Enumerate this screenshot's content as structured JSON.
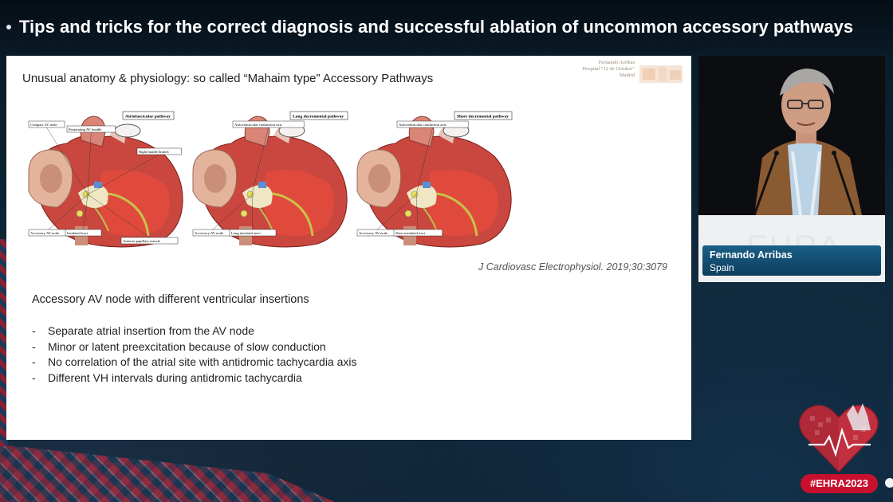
{
  "title_bar": {
    "title": "Tips and tricks for the correct diagnosis and successful ablation of uncommon accessory pathways"
  },
  "slide": {
    "heading": "Unusual anatomy & physiology: so called “Mahaim type” Accessory Pathways",
    "watermark_lines": [
      "Fernando Arribas",
      "Hospital \"12 de Octubre\"",
      "Madrid"
    ],
    "figures": [
      {
        "title": "Atriofascicular pathway",
        "labels": [
          "Compact AV node",
          "Penetrating AV bundle",
          "Right bundle branch",
          "Accessory AV node",
          "Insulated tract",
          "Anterior papillary muscle"
        ]
      },
      {
        "title": "Long decremental pathway",
        "labels": [
          "Atrioventricular conduction axis",
          "Accessory AV node",
          "Long insulated tract"
        ]
      },
      {
        "title": "Short decremental pathway",
        "labels": [
          "Atrioventricular conduction axis",
          "Accessory AV node",
          "Short insulated tract"
        ]
      }
    ],
    "citation": "J Cardiovasc Electrophysiol. 2019;30:3079",
    "subheading": "Accessory AV node with different ventricular insertions",
    "bullets": [
      "Separate atrial insertion from the AV node",
      "Minor or latent preexcitation because of slow conduction",
      "No correlation of the atrial site with antidromic tachycardia axis",
      "Different VH intervals during antidromic tachycardia"
    ],
    "bullet_marker": "-"
  },
  "video": {
    "wall_text": "EHRA",
    "speaker_name": "Fernando Arribas",
    "speaker_country": "Spain"
  },
  "branding": {
    "hashtag": "#EHRA2023"
  },
  "colors": {
    "title_bar_bg": "#050d14",
    "slide_bg": "#ffffff",
    "lower_third": "#1b5f86",
    "brand_red": "#c8102e",
    "heart_red": "#d2303a"
  },
  "icons": [
    "heart-logo-icon",
    "title-bullet-icon"
  ]
}
